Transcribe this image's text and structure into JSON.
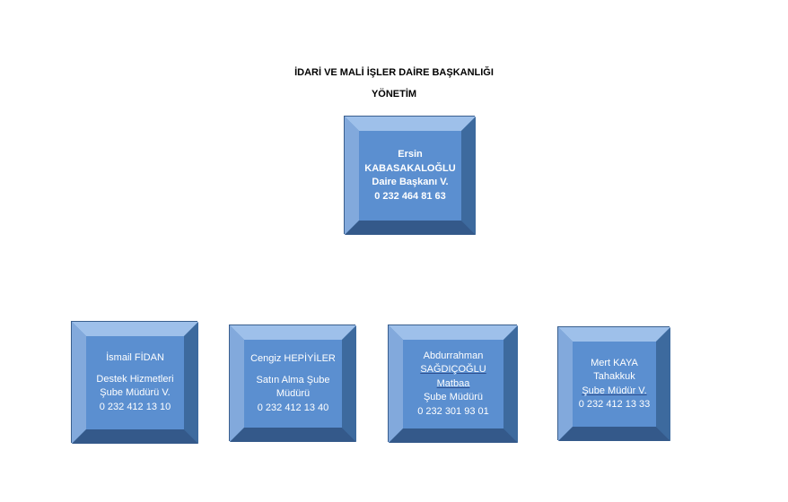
{
  "header": {
    "title": "İDARİ VE MALİ İŞLER DAİRE BAŞKANLIĞI",
    "subtitle": "YÖNETİM"
  },
  "head": {
    "name": "Ersin",
    "surname": "KABASAKALOĞLU",
    "role": "Daire Başkanı V.",
    "phone": "0 232 464 81 63"
  },
  "units": [
    {
      "name": "İsmail FİDAN",
      "dept": "Destek Hizmetleri",
      "role": "Şube Müdürü V.",
      "phone": "0 232 412 13 10"
    },
    {
      "name": "Cengiz HEPİYİLER",
      "dept": "Satın Alma Şube",
      "role": "Müdürü",
      "phone": "0 232 412 13 40"
    },
    {
      "name": "Abdurrahman",
      "surname": "SAĞDIÇOĞLU",
      "dept": "Matbaa",
      "role": "Şube Müdürü",
      "phone": "0 232 301 93 01"
    },
    {
      "name": "Mert KAYA",
      "dept": "Tahakkuk",
      "role": "Şube  Müdür V.",
      "phone": "0 232 412 13 33"
    }
  ],
  "colors": {
    "face": "#5b8fd0",
    "bevel_top": "#9ec0ea",
    "bevel_left": "#82a9dc",
    "bevel_right": "#3d6a9e",
    "bevel_bottom": "#34598a"
  }
}
